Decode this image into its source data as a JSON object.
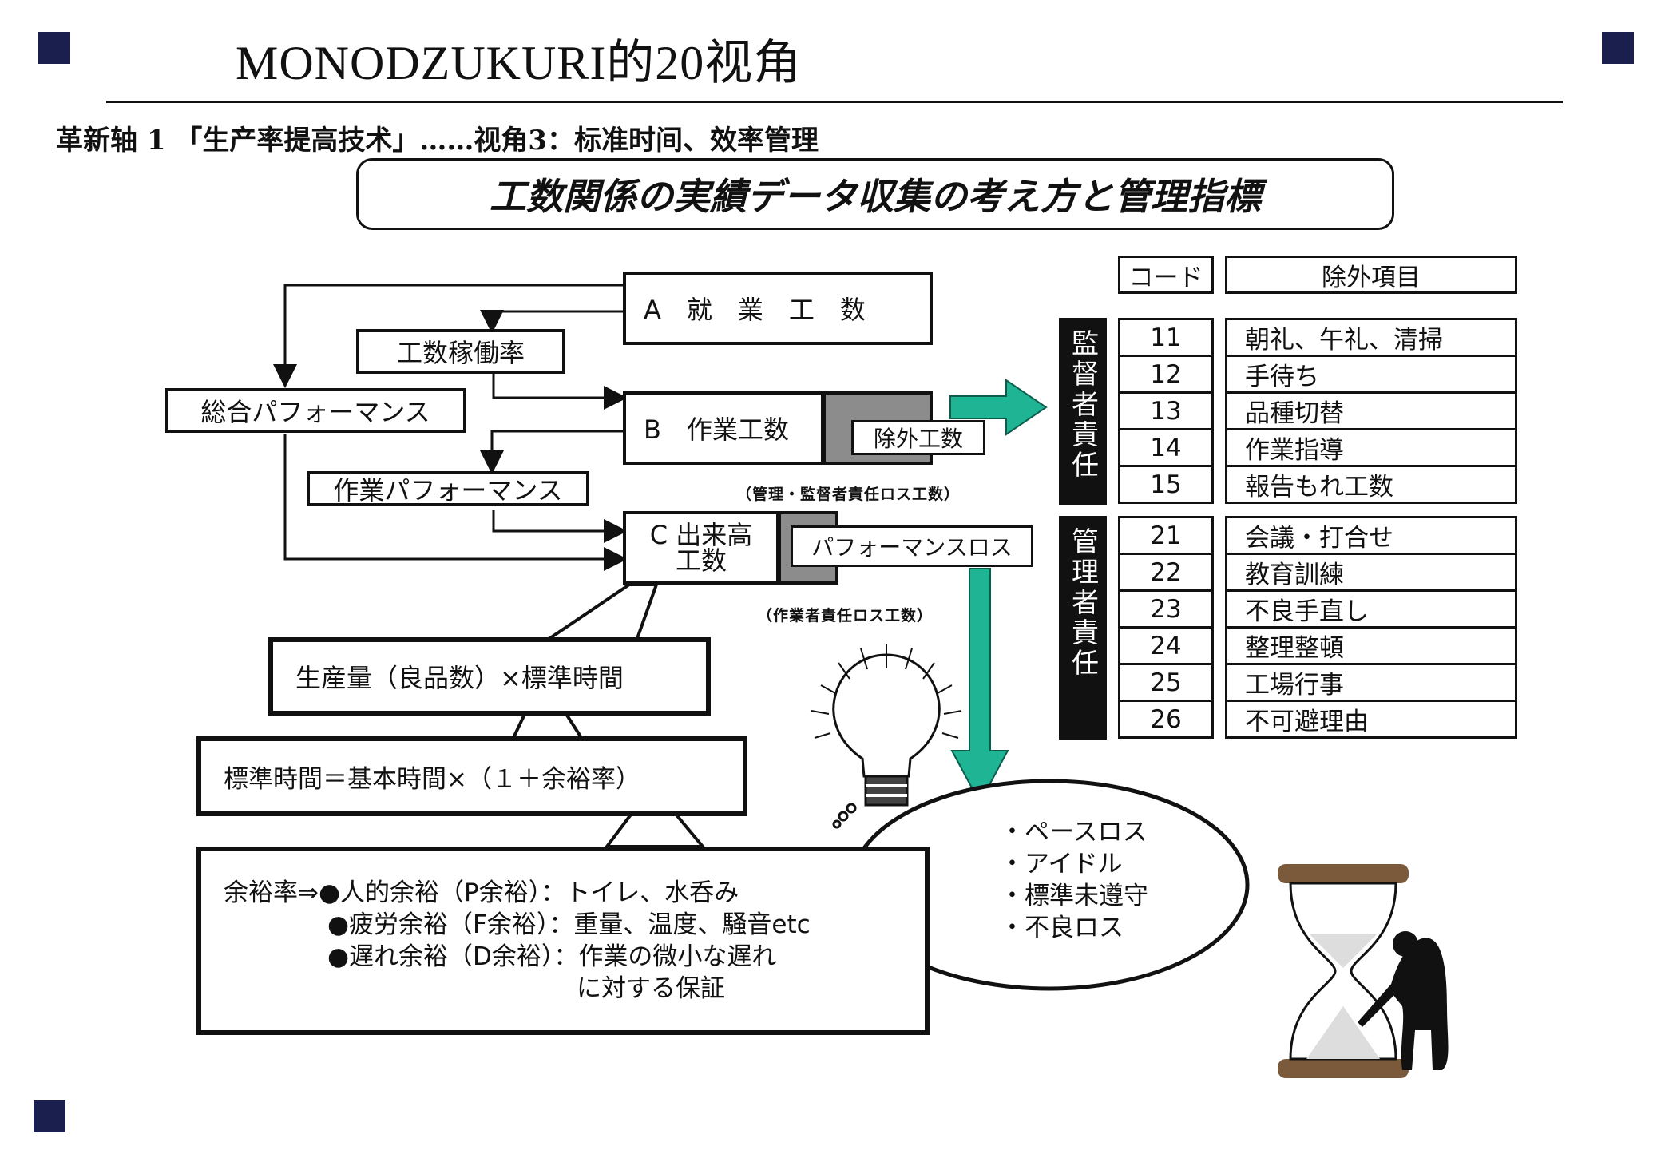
{
  "header": {
    "title": "MONODZUKURI的20视角",
    "subheading": "革新轴 1 「生产率提高技术」……视角3：标准时间、效率管理",
    "banner": "工数関係の実績データ収集の考え方と管理指標"
  },
  "flow": {
    "box_a": "A　就　業　工　数",
    "box_b": "B　作業工数",
    "box_c_line1": "C 出来高",
    "box_c_line2": "工数",
    "operating_rate": "工数稼働率",
    "overall_performance": "総合パフォーマンス",
    "work_performance": "作業パフォーマンス",
    "excluded_hours": "除外工数",
    "excluded_note": "（管理・監督者責任ロス工数）",
    "performance_loss": "パフォーマンスロス",
    "performance_loss_note": "（作業者責任ロス工数）"
  },
  "formulas": {
    "output_hours": "生産量（良品数）×標準時間",
    "standard_time": "標準時間＝基本時間×（１＋余裕率）",
    "allowance_prefix": "余裕率⇒",
    "allowance_rows": [
      "●人的余裕（P余裕）：トイレ、水呑み",
      "●疲労余裕（F余裕）：重量、温度、騒音etc",
      "●遅れ余裕（D余裕）：作業の微小な遅れ",
      "に対する保証"
    ]
  },
  "loss_items": [
    "・ペースロス",
    "・アイドル",
    "・標準未遵守",
    "・不良ロス"
  ],
  "table": {
    "header_code": "コード",
    "header_item": "除外項目",
    "supervisor_label": "監督者責任",
    "manager_label": "管理者責任",
    "supervisor_rows": [
      {
        "code": "11",
        "item": "朝礼、午礼、清掃"
      },
      {
        "code": "12",
        "item": "手待ち"
      },
      {
        "code": "13",
        "item": "品種切替"
      },
      {
        "code": "14",
        "item": "作業指導"
      },
      {
        "code": "15",
        "item": "報告もれ工数"
      }
    ],
    "manager_rows": [
      {
        "code": "21",
        "item": "会議・打合せ"
      },
      {
        "code": "22",
        "item": "教育訓練"
      },
      {
        "code": "23",
        "item": "不良手直し"
      },
      {
        "code": "24",
        "item": "整理整頓"
      },
      {
        "code": "25",
        "item": "工場行事"
      },
      {
        "code": "26",
        "item": "不可避理由"
      }
    ]
  },
  "colors": {
    "navy_square": "#1a1f4d",
    "teal_arrow": "#1fb493",
    "gray_fill": "#8c8c8c"
  }
}
